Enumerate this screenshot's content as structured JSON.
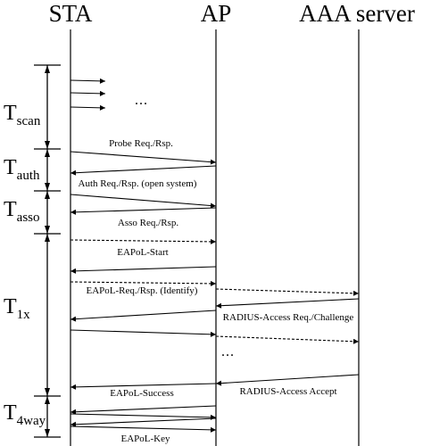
{
  "headers": {
    "sta": "STA",
    "ap": "AP",
    "aaa": "AAA server"
  },
  "phases": [
    {
      "main": "T",
      "sub": "scan"
    },
    {
      "main": "T",
      "sub": "auth"
    },
    {
      "main": "T",
      "sub": "asso"
    },
    {
      "main": "T",
      "sub": "1x"
    },
    {
      "main": "T",
      "sub": "4way"
    }
  ],
  "messages": {
    "probe": "Probe Req./Rsp.",
    "auth": "Auth Req./Rsp. (open system)",
    "asso": "Asso Req./Rsp.",
    "eapol_start": "EAPoL-Start",
    "eapol_identify": "EAPoL-Req./Rsp. (Identify)",
    "radius_challenge": "RADIUS-Access Req./Challenge",
    "radius_accept": "RADIUS-Access Accept",
    "eapol_success": "EAPoL-Success",
    "eapol_key": "EAPoL-Key"
  },
  "ellipsis": {
    "scan": "...",
    "exchange": "..."
  }
}
